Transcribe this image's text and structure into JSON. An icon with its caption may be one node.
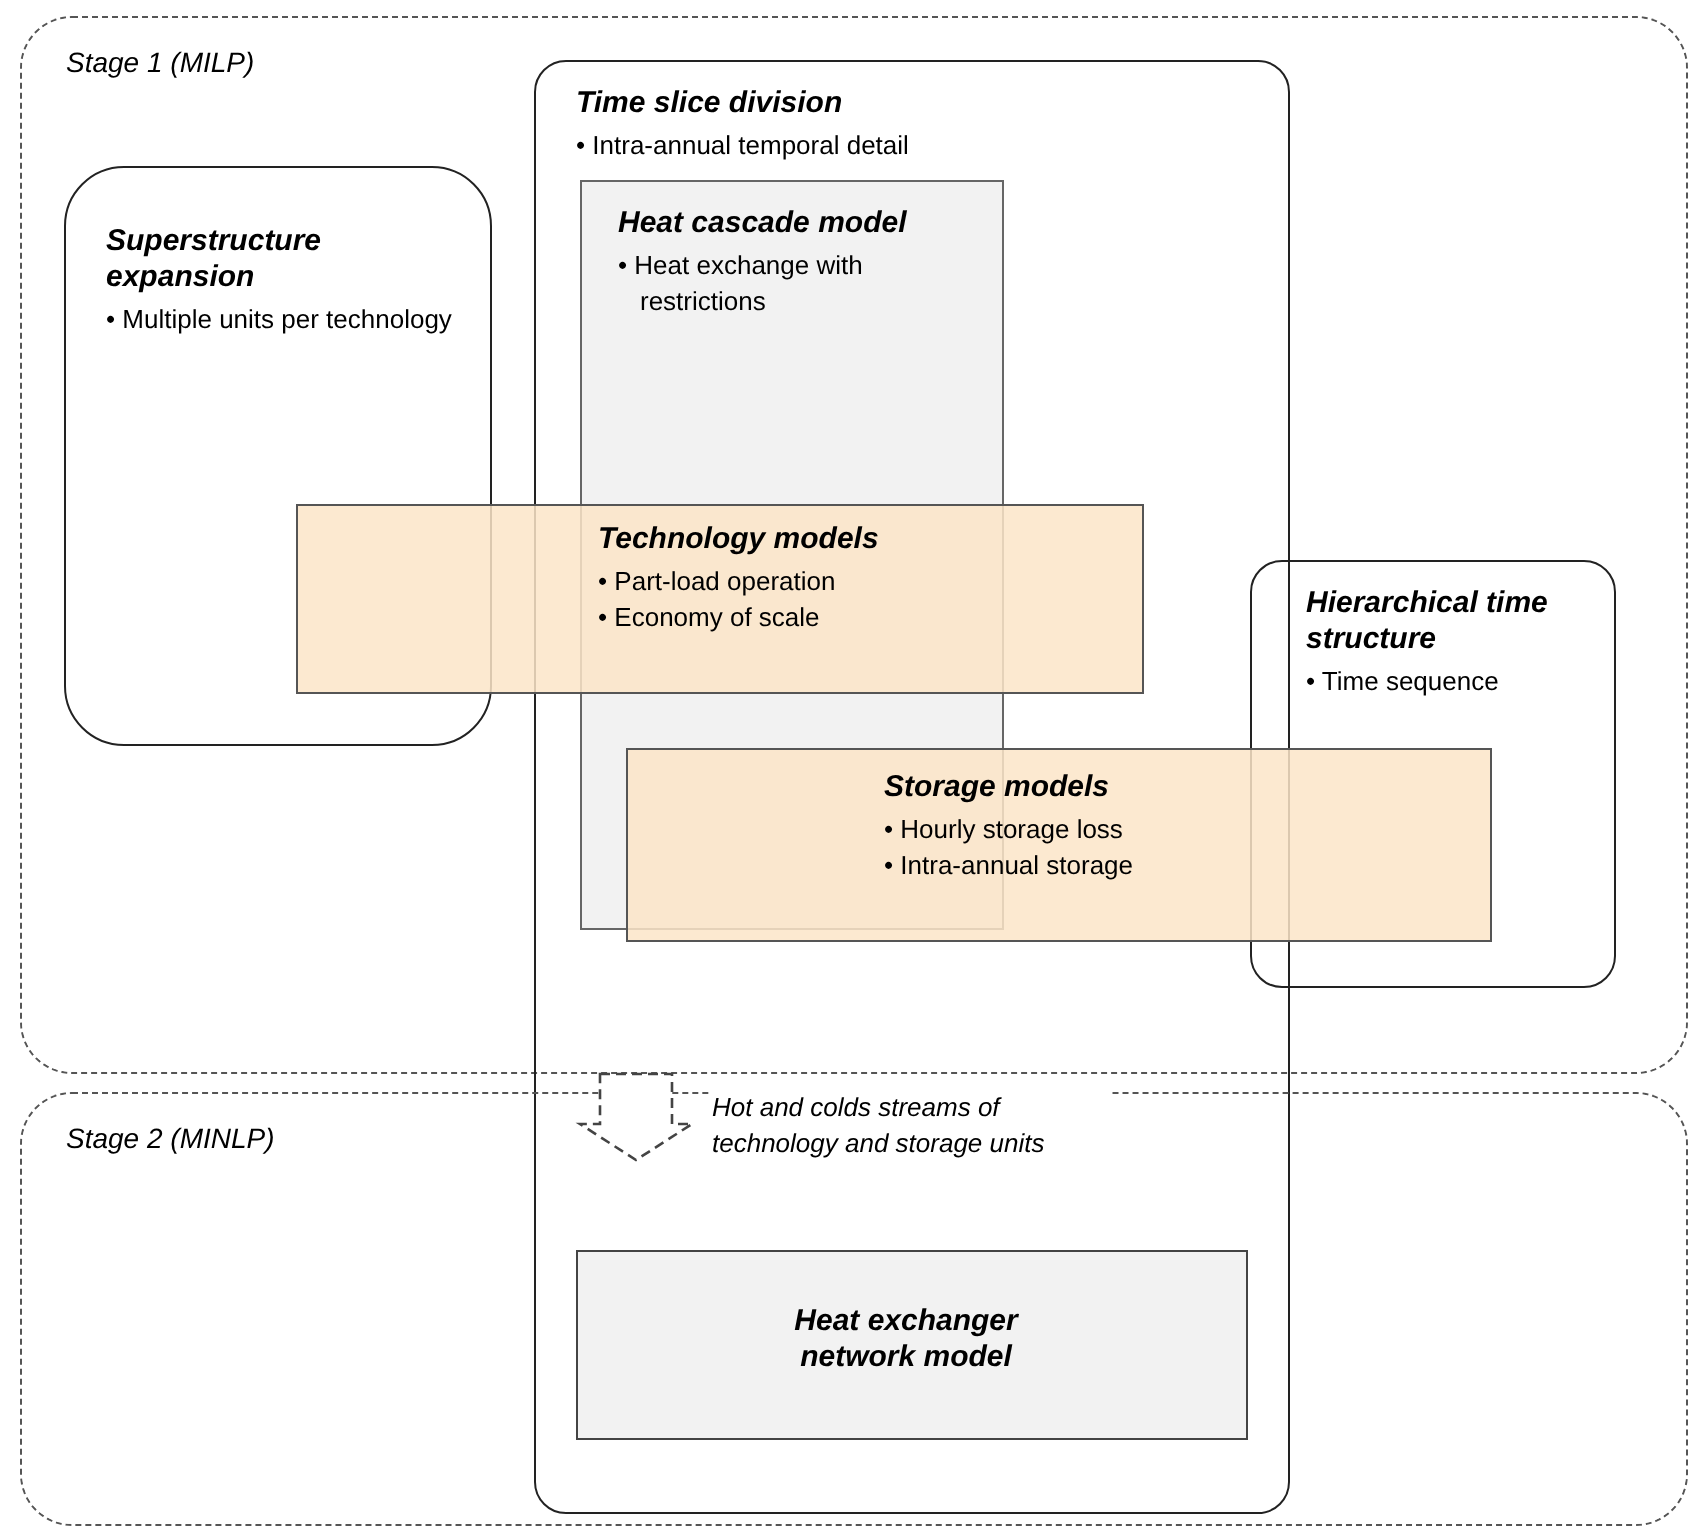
{
  "diagram": {
    "nodes": [
      {
        "text": [
          "Stage 1 (MILP)"
        ]
      },
      {
        "text": [
          "Time slice division",
          "• Intra-annual temporal detail"
        ]
      },
      {
        "text": [
          "Superstructure expansion",
          "• Multiple units per technology"
        ],
        "in": 0
      },
      {
        "text": [
          "Heat cascade model",
          "• Heat exchange with restrictions"
        ]
      },
      {
        "text": [
          "Technology models",
          "• Part-load operation",
          "• Economy of scale"
        ],
        "in": 0
      },
      {
        "text": [
          "Hierarchical time structure",
          "• Time sequence"
        ],
        "in": 0
      },
      {
        "text": [
          "Storage models",
          "• Hourly storage loss",
          "• Intra-annual storage"
        ],
        "in": 0
      },
      {
        "text": [
          "Stage 2 (MINLP)"
        ]
      },
      {
        "text": [
          "Heat exchanger network model"
        ]
      }
    ],
    "edges": [
      {
        "from": 0,
        "to": 7,
        "arrow": "to",
        "style": "dashed",
        "label": "Hot and colds streams of technology and storage units"
      }
    ]
  }
}
